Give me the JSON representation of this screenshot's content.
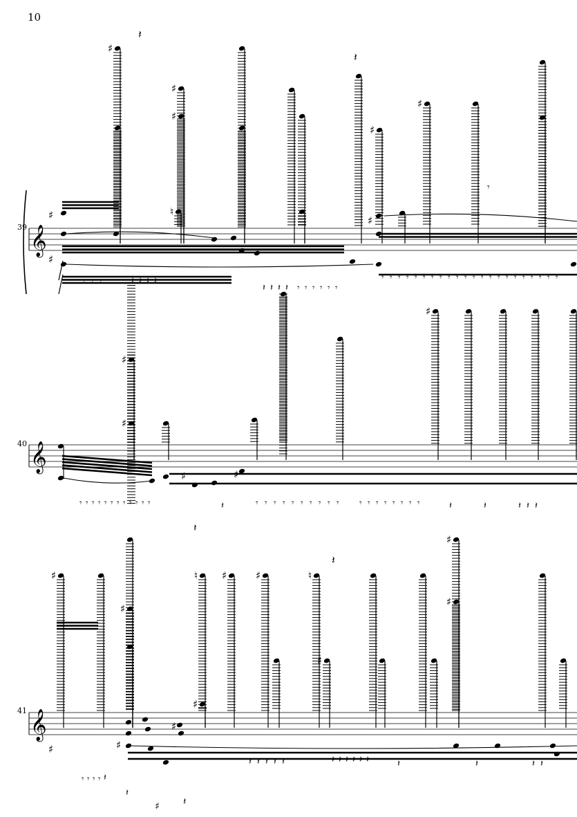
{
  "page": {
    "number": "10"
  },
  "systems": [
    {
      "measure": "39"
    },
    {
      "measure": "40"
    },
    {
      "measure": "41"
    }
  ],
  "glyphs": {
    "treble_clef": "𝄞",
    "sharp": "♯",
    "natural": "♮",
    "rest": "𝄽",
    "eighth_rest": "𝄾"
  },
  "colors": {
    "ink": "#000000",
    "paper": "#ffffff"
  }
}
